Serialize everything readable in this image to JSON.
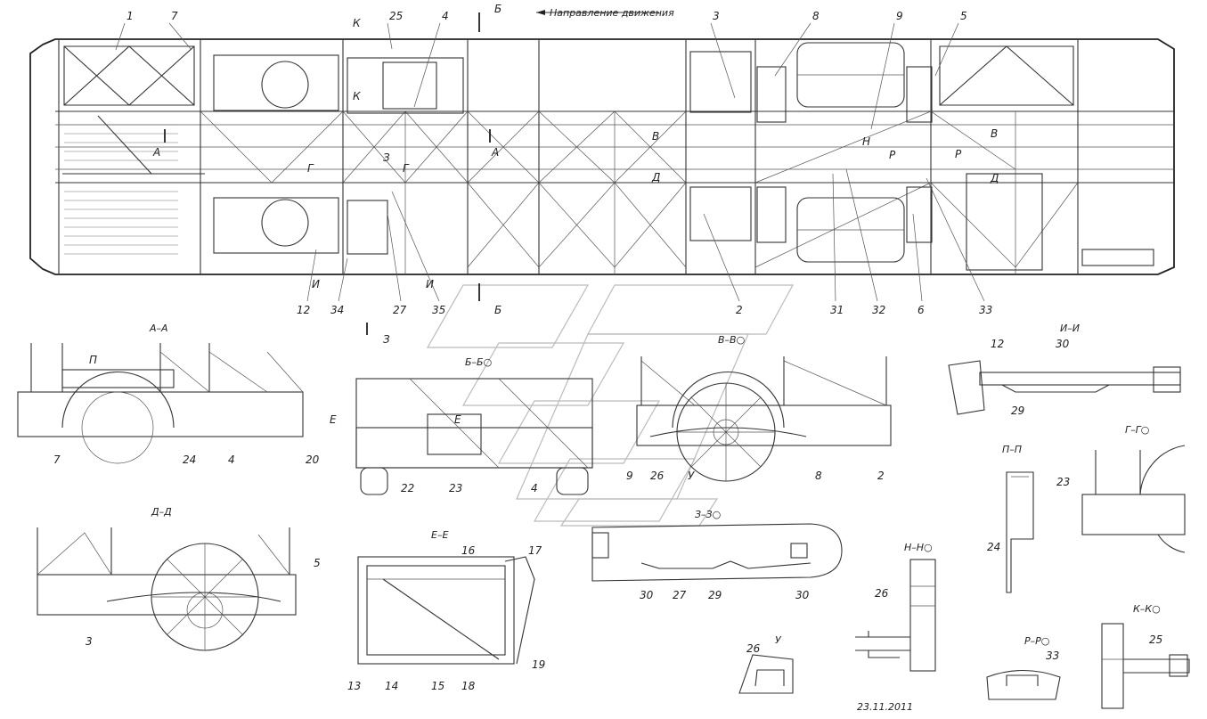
{
  "direction_text": "Направление движения",
  "date": "23.11.2011",
  "plan": {
    "top_numbers": [
      "1",
      "7",
      "25",
      "4",
      "3",
      "8",
      "9",
      "5"
    ],
    "bottom_numbers": [
      "12",
      "34",
      "27",
      "35",
      "2",
      "31",
      "32",
      "6",
      "33"
    ],
    "section_letters": {
      "k": "К",
      "b": "Б",
      "a": "А",
      "v": "В",
      "d": "Д",
      "z": "З",
      "g": "Г",
      "i": "И",
      "n": "Н",
      "r": "Р"
    }
  },
  "views": {
    "aa": {
      "title": "А–А",
      "labels": [
        "7",
        "24",
        "4",
        "20",
        "П"
      ]
    },
    "bb": {
      "title": "Б–Б○",
      "labels": [
        "22",
        "23",
        "4",
        "Е",
        "Е"
      ]
    },
    "vv": {
      "title": "В–В○",
      "labels": [
        "9",
        "26",
        "У",
        "8",
        "2"
      ]
    },
    "ii": {
      "title": "И–И",
      "labels": [
        "12",
        "30",
        "29"
      ]
    },
    "dd": {
      "title": "Д–Д",
      "labels": [
        "5",
        "3"
      ]
    },
    "ee": {
      "title": "Е–Е",
      "labels": [
        "16",
        "17",
        "13",
        "14",
        "15",
        "18",
        "19"
      ]
    },
    "zz": {
      "title": "З–З○",
      "labels": [
        "30",
        "27",
        "29",
        "30"
      ]
    },
    "pp": {
      "title": "П–П",
      "labels": [
        "24"
      ]
    },
    "gg": {
      "title": "Г–Г○",
      "labels": [
        "23"
      ]
    },
    "nn": {
      "title": "Н–Н○",
      "labels": [
        "26"
      ]
    },
    "u": {
      "title": "У",
      "labels": [
        "26"
      ]
    },
    "rr": {
      "title": "Р–Р○",
      "labels": [
        "33"
      ]
    },
    "kk": {
      "title": "К–К○",
      "labels": [
        "25"
      ]
    }
  }
}
